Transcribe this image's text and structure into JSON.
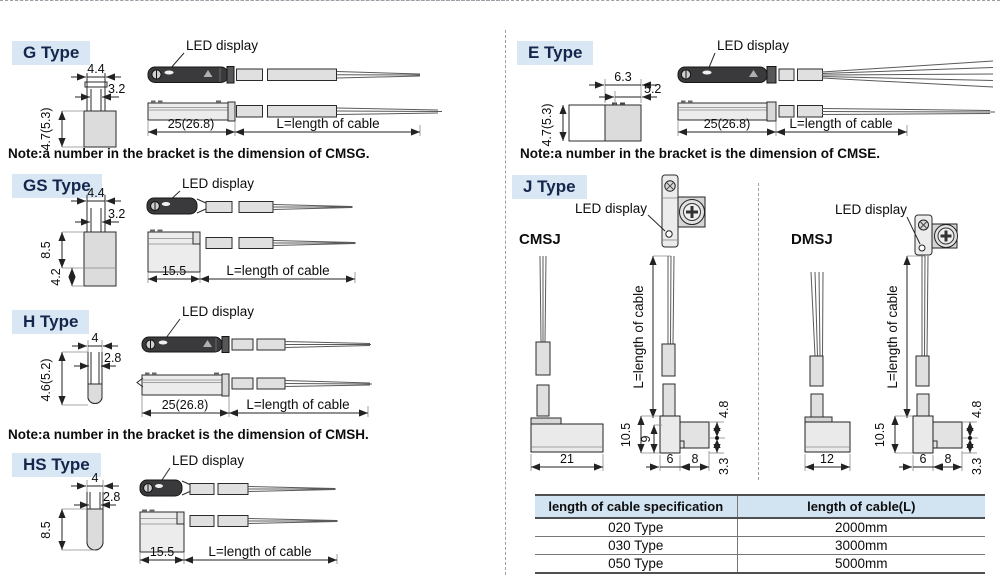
{
  "sections": {
    "g": {
      "title": "G Type",
      "led": "LED display",
      "d1": "4.4",
      "d2": "3.2",
      "d3": "4.7(5.3)",
      "body": "25(26.8)",
      "cable": "L=length of cable",
      "note": "Note:a number in the bracket is the dimension of CMSG."
    },
    "e": {
      "title": "E Type",
      "led": "LED display",
      "d1": "6.3",
      "d2": "5.2",
      "d3": "4.7(5.3)",
      "body": "25(26.8)",
      "cable": "L=length of cable",
      "note": "Note:a number in the bracket is the dimension of CMSE."
    },
    "gs": {
      "title": "GS Type",
      "led": "LED display",
      "d1": "4.4",
      "d2": "3.2",
      "d3": "8.5",
      "d4": "4.2",
      "body": "15.5",
      "cable": "L=length of cable"
    },
    "h": {
      "title": "H Type",
      "led": "LED display",
      "d1": "4",
      "d2": "2.8",
      "d3": "4.6(5.2)",
      "body": "25(26.8)",
      "cable": "L=length of cable",
      "note": "Note:a number in the bracket is the dimension of CMSH."
    },
    "hs": {
      "title": "HS Type",
      "led": "LED display",
      "d1": "4",
      "d2": "2.8",
      "d3": "8.5",
      "body": "15.5",
      "cable": "L=length of cable"
    },
    "j": {
      "title": "J Type",
      "led": "LED display",
      "cmsj": {
        "label": "CMSJ",
        "base": "21",
        "h1": "10.5",
        "h2": "9",
        "w1": "6",
        "w2": "8",
        "r1": "4.8",
        "r2": "3.3",
        "cable": "L=length of cable"
      },
      "dmsj": {
        "label": "DMSJ",
        "base": "12",
        "h1": "10.5",
        "w1": "6",
        "w2": "8",
        "r1": "4.8",
        "r2": "3.3",
        "cable": "L=length of cable"
      }
    }
  },
  "table": {
    "headers": [
      "length of cable specification",
      "length of cable(L)"
    ],
    "rows": [
      [
        "020 Type",
        "2000mm"
      ],
      [
        "030 Type",
        "3000mm"
      ],
      [
        "050 Type",
        "5000mm"
      ]
    ]
  },
  "colors": {
    "badge_bg": "#d9e6f4",
    "badge_text": "#14264c",
    "table_header_bg": "#d2e3f1",
    "line": "#2b2b2b",
    "body_dark": "#3a3a3c",
    "fill_light": "#ececec"
  }
}
